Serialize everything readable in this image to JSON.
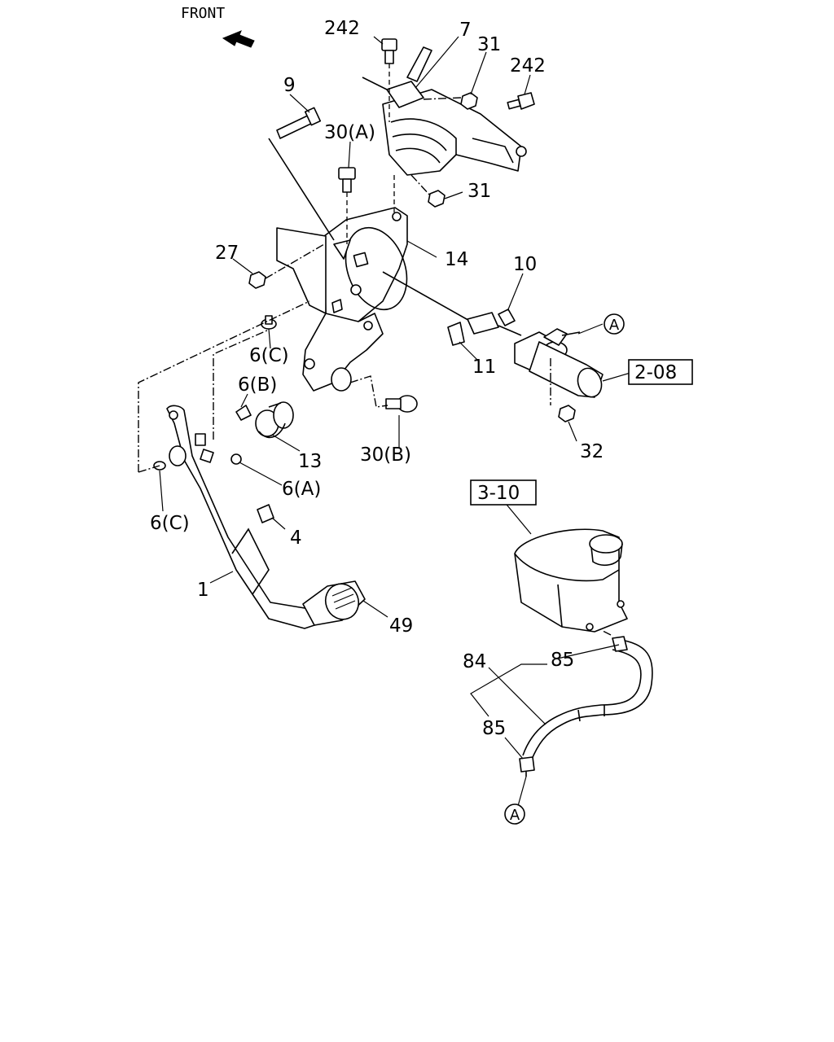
{
  "front_label": "FRONT",
  "callouts": {
    "p242_top": "242",
    "p7": "7",
    "p31_top": "31",
    "p242_right": "242",
    "p9": "9",
    "p30a": "30(A)",
    "p31_mid": "31",
    "p27": "27",
    "p14": "14",
    "p10": "10",
    "p6c_upper": "6(C)",
    "p11": "11",
    "p6b": "6(B)",
    "p13": "13",
    "p30b": "30(B)",
    "p32": "32",
    "p6a": "6(A)",
    "p6c_lower": "6(C)",
    "p4": "4",
    "p1": "1",
    "p49": "49",
    "p84": "84",
    "p85_top": "85",
    "p85_bottom": "85"
  },
  "references": {
    "ref_master_cylinder": "2-08",
    "ref_reservoir": "3-10"
  },
  "connectors": {
    "conn_a_upper": "A",
    "conn_a_lower": "A"
  },
  "icons": {
    "front_arrow": "front-arrow-icon"
  }
}
